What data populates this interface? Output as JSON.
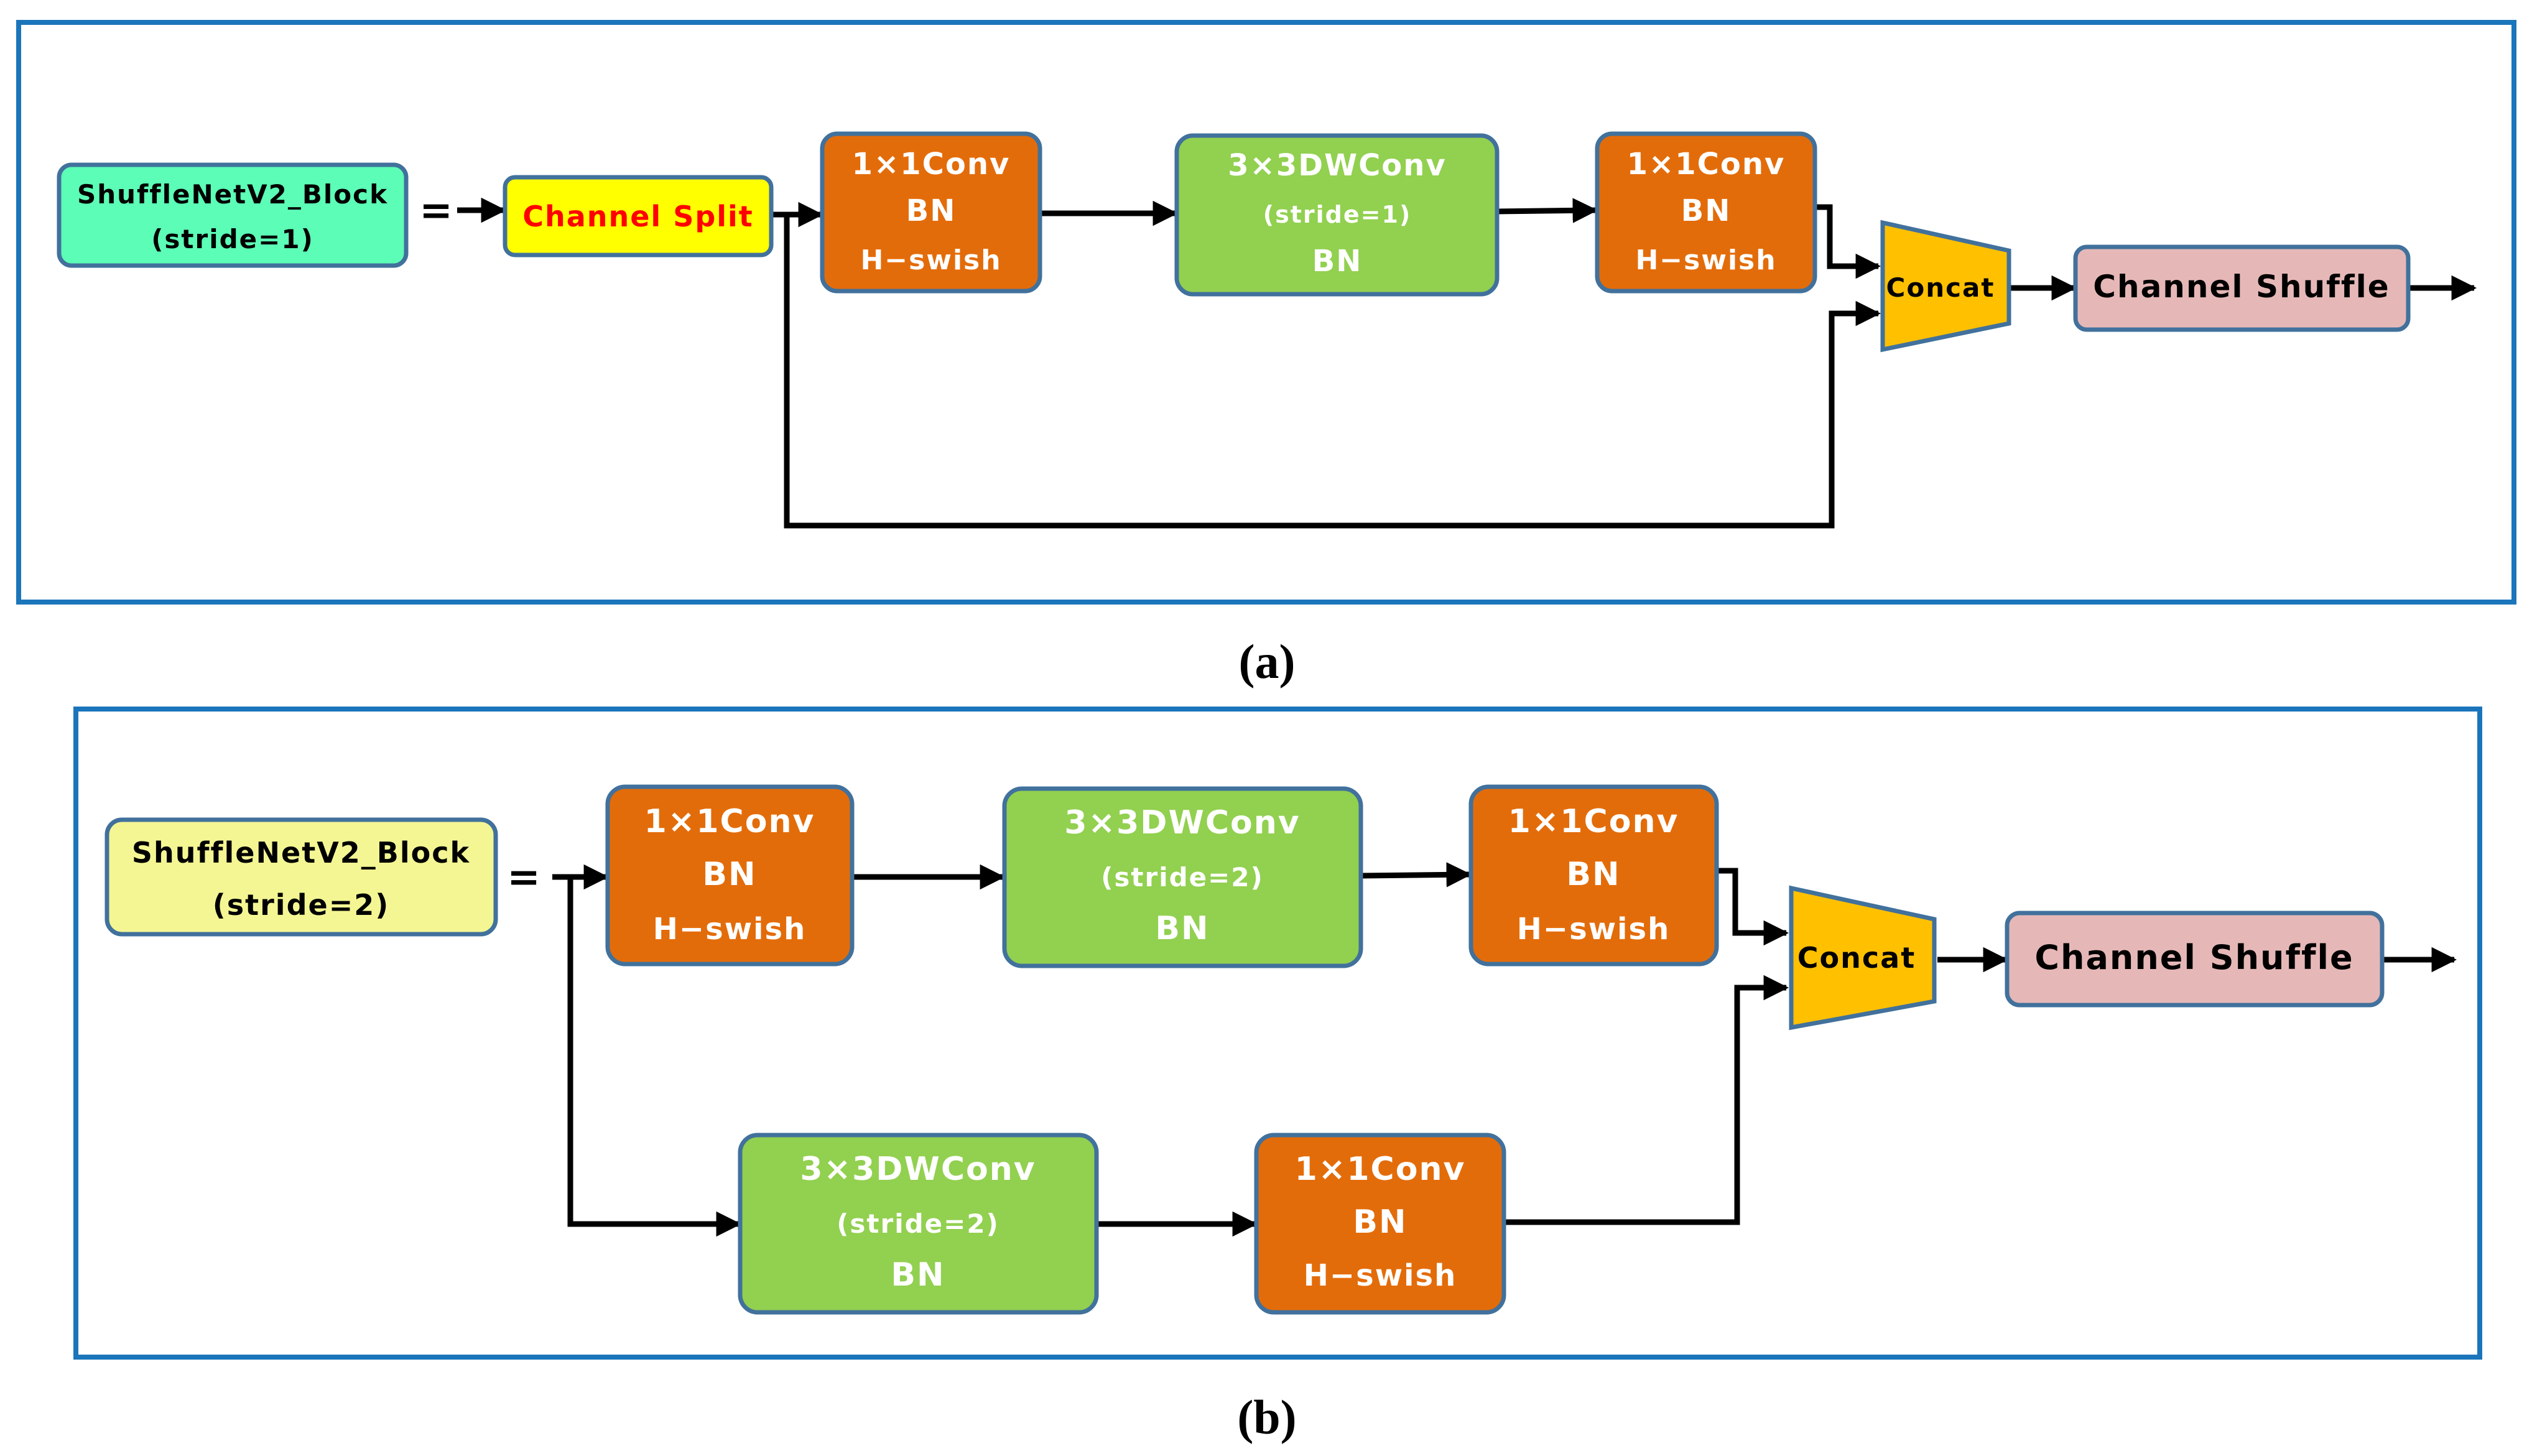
{
  "colors": {
    "frame": "#1b75bb",
    "orange": "#e36c0a",
    "green": "#92d050",
    "yellow": "#ffff00",
    "teal": "#5cfdb6",
    "pale_yellow": "#f4f693",
    "concat": "#ffc000",
    "pink": "#e5b8b7",
    "box_stroke": "#41719c",
    "arrow": "#000000",
    "red_text": "#ff0000"
  },
  "panel_a": {
    "caption": "(a)",
    "block": {
      "line1": "ShuffleNetV2_Block",
      "line2": "(stride=1)"
    },
    "equals": "=",
    "split": "Channel Split",
    "conv1": {
      "line1": "1×1Conv",
      "line2": "BN",
      "line3": "H−swish"
    },
    "dwconv": {
      "line1": "3×3DWConv",
      "line2": "(stride=1)",
      "line3": "BN"
    },
    "conv2": {
      "line1": "1×1Conv",
      "line2": "BN",
      "line3": "H−swish"
    },
    "concat": "Concat",
    "shuffle": "Channel Shuffle"
  },
  "panel_b": {
    "caption": "(b)",
    "block": {
      "line1": "ShuffleNetV2_Block",
      "line2": "(stride=2)"
    },
    "equals": "=",
    "conv1": {
      "line1": "1×1Conv",
      "line2": "BN",
      "line3": "H−swish"
    },
    "dwconv": {
      "line1": "3×3DWConv",
      "line2": "(stride=2)",
      "line3": "BN"
    },
    "conv2": {
      "line1": "1×1Conv",
      "line2": "BN",
      "line3": "H−swish"
    },
    "dwconv_low": {
      "line1": "3×3DWConv",
      "line2": "(stride=2)",
      "line3": "BN"
    },
    "conv_low": {
      "line1": "1×1Conv",
      "line2": "BN",
      "line3": "H−swish"
    },
    "concat": "Concat",
    "shuffle": "Channel Shuffle"
  }
}
